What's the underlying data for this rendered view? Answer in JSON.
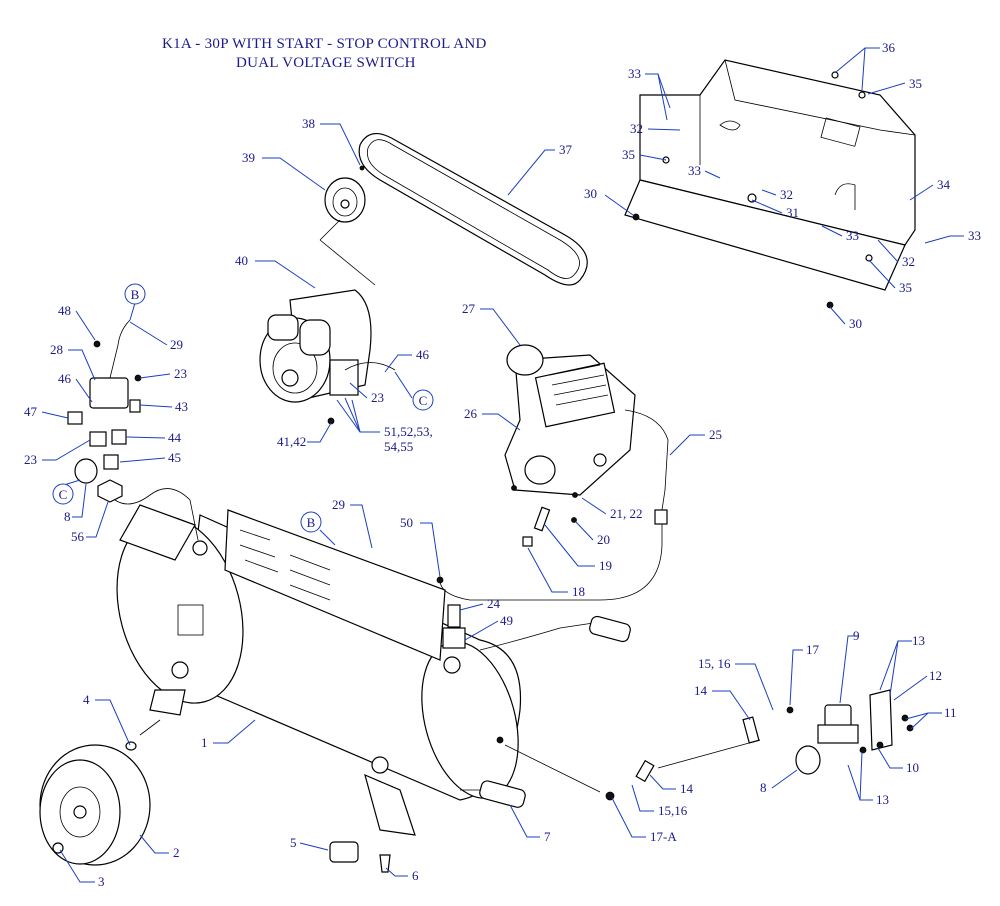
{
  "title": {
    "line1": "K1A - 30P WITH START - STOP CONTROL AND",
    "line2": "DUAL VOLTAGE SWITCH"
  },
  "callouts": {
    "c1": "1",
    "c2": "2",
    "c3": "3",
    "c4": "4",
    "c5": "5",
    "c6": "6",
    "c7": "7",
    "c8a": "8",
    "c8b": "8",
    "c9": "9",
    "c10": "10",
    "c11": "11",
    "c12": "12",
    "c13a": "13",
    "c13b": "13",
    "c14a": "14",
    "c14b": "14",
    "c1516a": "15, 16",
    "c1516b": "15,16",
    "c17": "17",
    "c17a": "17-A",
    "c18": "18",
    "c19": "19",
    "c20": "20",
    "c2122": "21, 22",
    "c23a": "23",
    "c23b": "23",
    "c23c": "23",
    "c24": "24",
    "c25": "25",
    "c26": "26",
    "c27": "27",
    "c29a": "29",
    "c29b": "29",
    "c28": "28",
    "c30a": "30",
    "c30b": "30",
    "c31": "31",
    "c32a": "32",
    "c32b": "32",
    "c32c": "32",
    "c33a": "33",
    "c33b": "33",
    "c33c": "33",
    "c33d": "33",
    "c34": "34",
    "c35a": "35",
    "c35b": "35",
    "c35c": "35",
    "c36": "36",
    "c37": "37",
    "c38": "38",
    "c39": "39",
    "c40": "40",
    "c4142": "41,42",
    "c43": "43",
    "c44": "44",
    "c45": "45",
    "c46a": "46",
    "c46b": "46",
    "c47": "47",
    "c48": "48",
    "c49": "49",
    "c50": "50",
    "c5155a": "51,52,53,",
    "c5155b": "54,55",
    "c56": "56"
  },
  "references": {
    "b1": "B",
    "b2": "B",
    "c1": "C",
    "c2": "C"
  },
  "colors": {
    "text": "#1a1a8c",
    "leader": "#1a3fbf",
    "line_art": "#000000"
  }
}
